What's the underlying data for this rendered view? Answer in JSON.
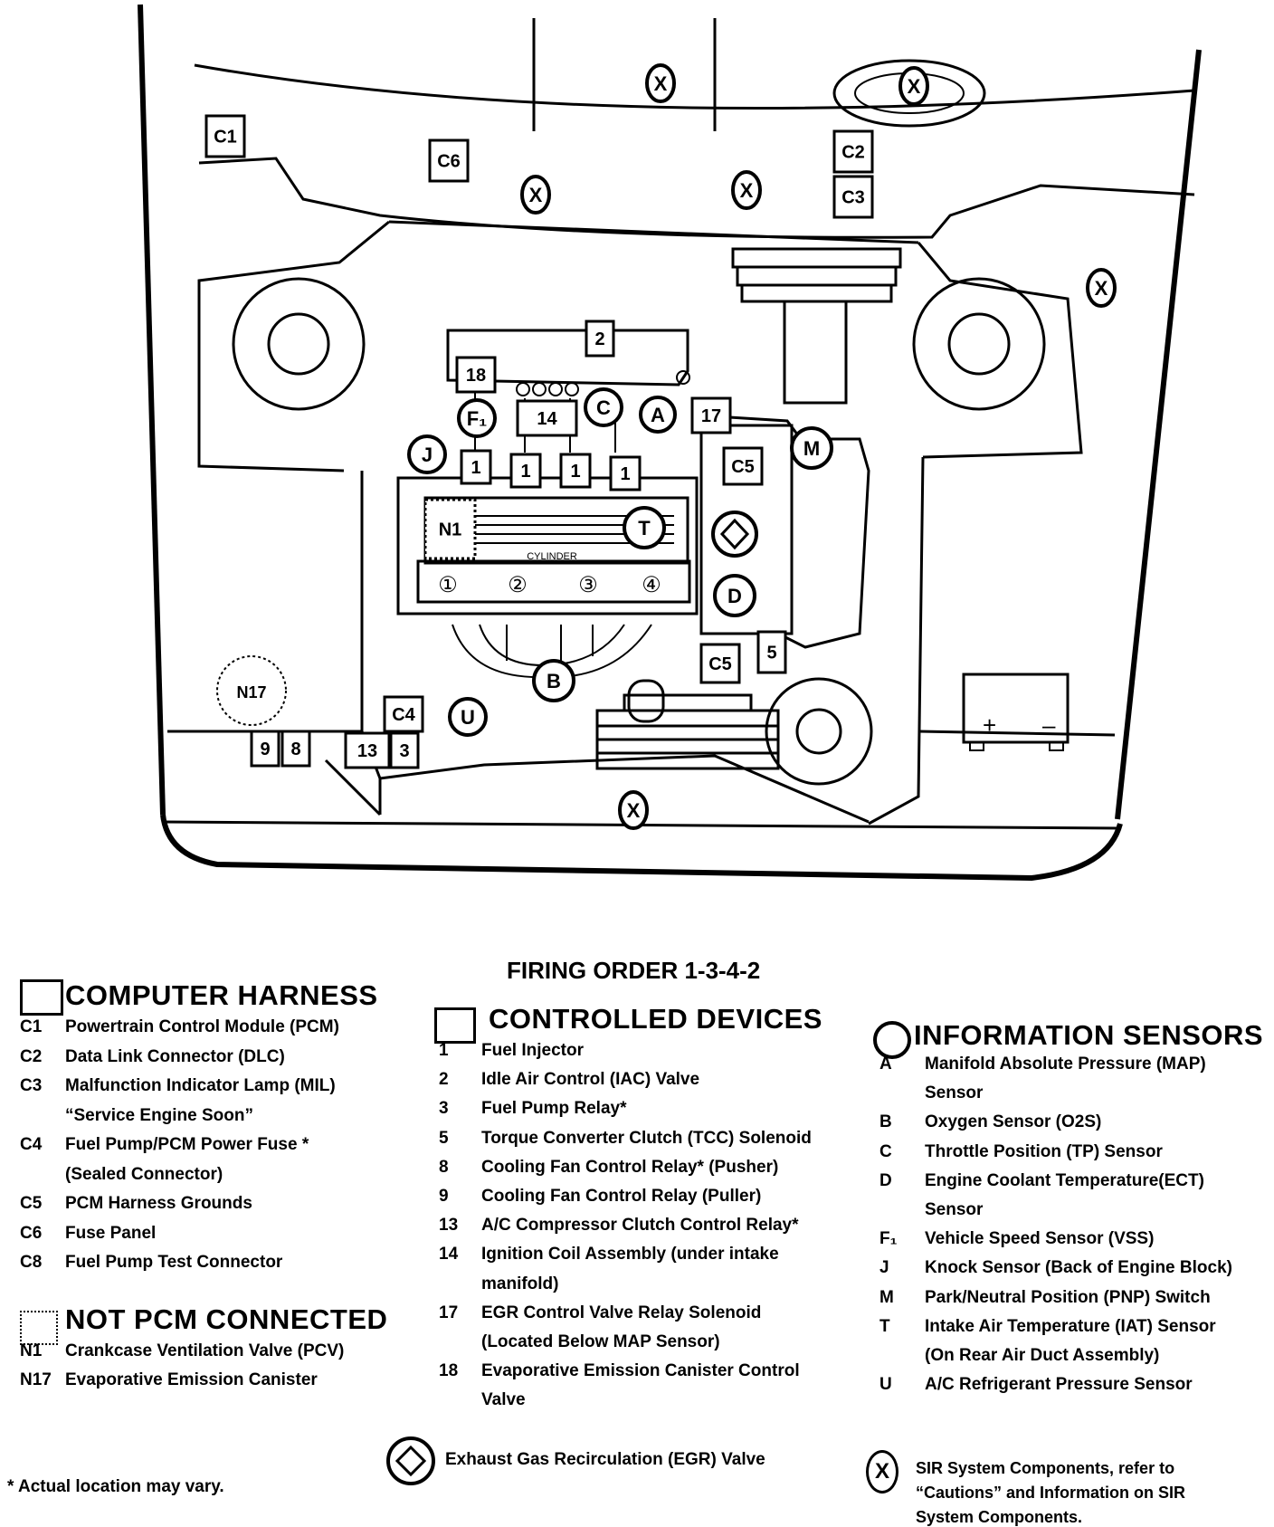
{
  "diagram": {
    "harness_labels": [
      "C1",
      "C6",
      "C2",
      "C3",
      "C4",
      "C5",
      "C5"
    ],
    "device_labels": [
      "2",
      "18",
      "14",
      "17",
      "1",
      "1",
      "1",
      "1",
      "5",
      "9",
      "8",
      "13",
      "3"
    ],
    "sensor_labels": [
      "C",
      "A",
      "F₁",
      "J",
      "M",
      "T",
      "D",
      "B",
      "U"
    ],
    "not_pcm_labels": [
      "N1",
      "N17"
    ],
    "cylinder_numbers": [
      "①",
      "②",
      "③",
      "④"
    ],
    "sir_symbol": "X",
    "battery_plus": "+",
    "battery_minus": "–",
    "plenum_text": "CYLINDER"
  },
  "firing_order": "FIRING ORDER 1-3-4-2",
  "computer_harness": {
    "title": "COMPUTER HARNESS",
    "items": [
      {
        "code": "C1",
        "lines": [
          "Powertrain Control Module (PCM)"
        ]
      },
      {
        "code": "C2",
        "lines": [
          "Data Link Connector (DLC)"
        ]
      },
      {
        "code": "C3",
        "lines": [
          "Malfunction Indicator Lamp (MIL)",
          "“Service Engine Soon”"
        ]
      },
      {
        "code": "C4",
        "lines": [
          "Fuel Pump/PCM Power Fuse *",
          "(Sealed Connector)"
        ]
      },
      {
        "code": "C5",
        "lines": [
          "PCM Harness Grounds"
        ]
      },
      {
        "code": "C6",
        "lines": [
          "Fuse Panel"
        ]
      },
      {
        "code": "C8",
        "lines": [
          "Fuel Pump Test Connector"
        ]
      }
    ]
  },
  "not_pcm_connected": {
    "title": "NOT PCM CONNECTED",
    "items": [
      {
        "code": "N1",
        "lines": [
          "Crankcase Ventilation Valve (PCV)"
        ]
      },
      {
        "code": "N17",
        "lines": [
          "Evaporative Emission Canister"
        ]
      }
    ]
  },
  "controlled_devices": {
    "title": "CONTROLLED DEVICES",
    "items": [
      {
        "code": "1",
        "lines": [
          "Fuel Injector"
        ]
      },
      {
        "code": "2",
        "lines": [
          "Idle Air Control (IAC) Valve"
        ]
      },
      {
        "code": "3",
        "lines": [
          "Fuel Pump Relay*"
        ]
      },
      {
        "code": "5",
        "lines": [
          "Torque Converter Clutch (TCC) Solenoid"
        ]
      },
      {
        "code": "8",
        "lines": [
          "Cooling Fan Control Relay* (Pusher)"
        ]
      },
      {
        "code": "9",
        "lines": [
          "Cooling Fan Control Relay (Puller)"
        ]
      },
      {
        "code": "13",
        "lines": [
          "A/C Compressor Clutch Control Relay*"
        ]
      },
      {
        "code": "14",
        "lines": [
          "Ignition Coil Assembly (under intake",
          "manifold)"
        ]
      },
      {
        "code": "17",
        "lines": [
          "EGR Control Valve Relay Solenoid",
          "(Located Below MAP Sensor)"
        ]
      },
      {
        "code": "18",
        "lines": [
          "Evaporative Emission Canister Control",
          "Valve"
        ]
      }
    ]
  },
  "information_sensors": {
    "title": "INFORMATION SENSORS",
    "items": [
      {
        "code": "A",
        "lines": [
          "Manifold  Absolute Pressure  (MAP)",
          "Sensor"
        ]
      },
      {
        "code": "B",
        "lines": [
          "Oxygen Sensor (O2S)"
        ]
      },
      {
        "code": "C",
        "lines": [
          "Throttle Position (TP) Sensor"
        ]
      },
      {
        "code": "D",
        "lines": [
          "Engine Coolant Temperature(ECT)",
          "Sensor"
        ]
      },
      {
        "code": "F₁",
        "lines": [
          "Vehicle Speed Sensor (VSS)"
        ]
      },
      {
        "code": "J",
        "lines": [
          "Knock Sensor (Back of Engine Block)"
        ]
      },
      {
        "code": "M",
        "lines": [
          "Park/Neutral Position (PNP) Switch"
        ]
      },
      {
        "code": "T",
        "lines": [
          "Intake  Air Temperature (IAT) Sensor",
          "(On Rear Air Duct Assembly)"
        ]
      },
      {
        "code": "U",
        "lines": [
          "A/C Refrigerant Pressure Sensor"
        ]
      }
    ]
  },
  "egr": {
    "label": "Exhaust Gas Recirculation (EGR) Valve"
  },
  "footnote": "* Actual location may vary.",
  "sir": {
    "symbol": "X",
    "lines": [
      "SIR System Components, refer to",
      "“Cautions” and Information on SIR",
      "System Components."
    ]
  }
}
